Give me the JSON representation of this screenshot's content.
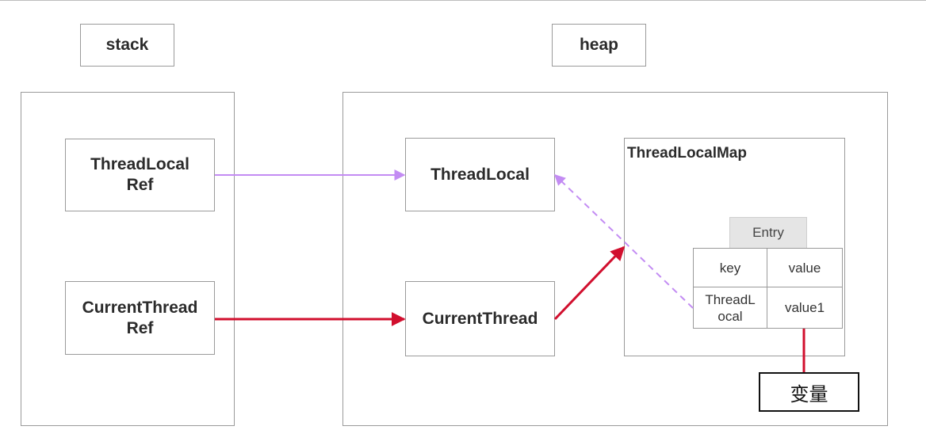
{
  "labels": {
    "stack": "stack",
    "heap": "heap"
  },
  "stack_panel": {
    "threadlocal_ref": [
      "ThreadLocal",
      "Ref"
    ],
    "currentthread_ref": [
      "CurrentThread",
      "Ref"
    ]
  },
  "heap_panel": {
    "threadlocal": "ThreadLocal",
    "currentthread": "CurrentThread",
    "threadlocalmap": {
      "title": "ThreadLocalMap",
      "entry_header": "Entry",
      "columns": [
        "key",
        "value"
      ],
      "row": {
        "key": [
          "ThreadL",
          "ocal"
        ],
        "value": "value1"
      }
    }
  },
  "variable_box": "变量",
  "colors": {
    "border": "#9a9a9a",
    "purple_arrow": "#c38cf3",
    "red_arrow": "#d10f2e",
    "entry_bg": "#e5e5e5"
  }
}
